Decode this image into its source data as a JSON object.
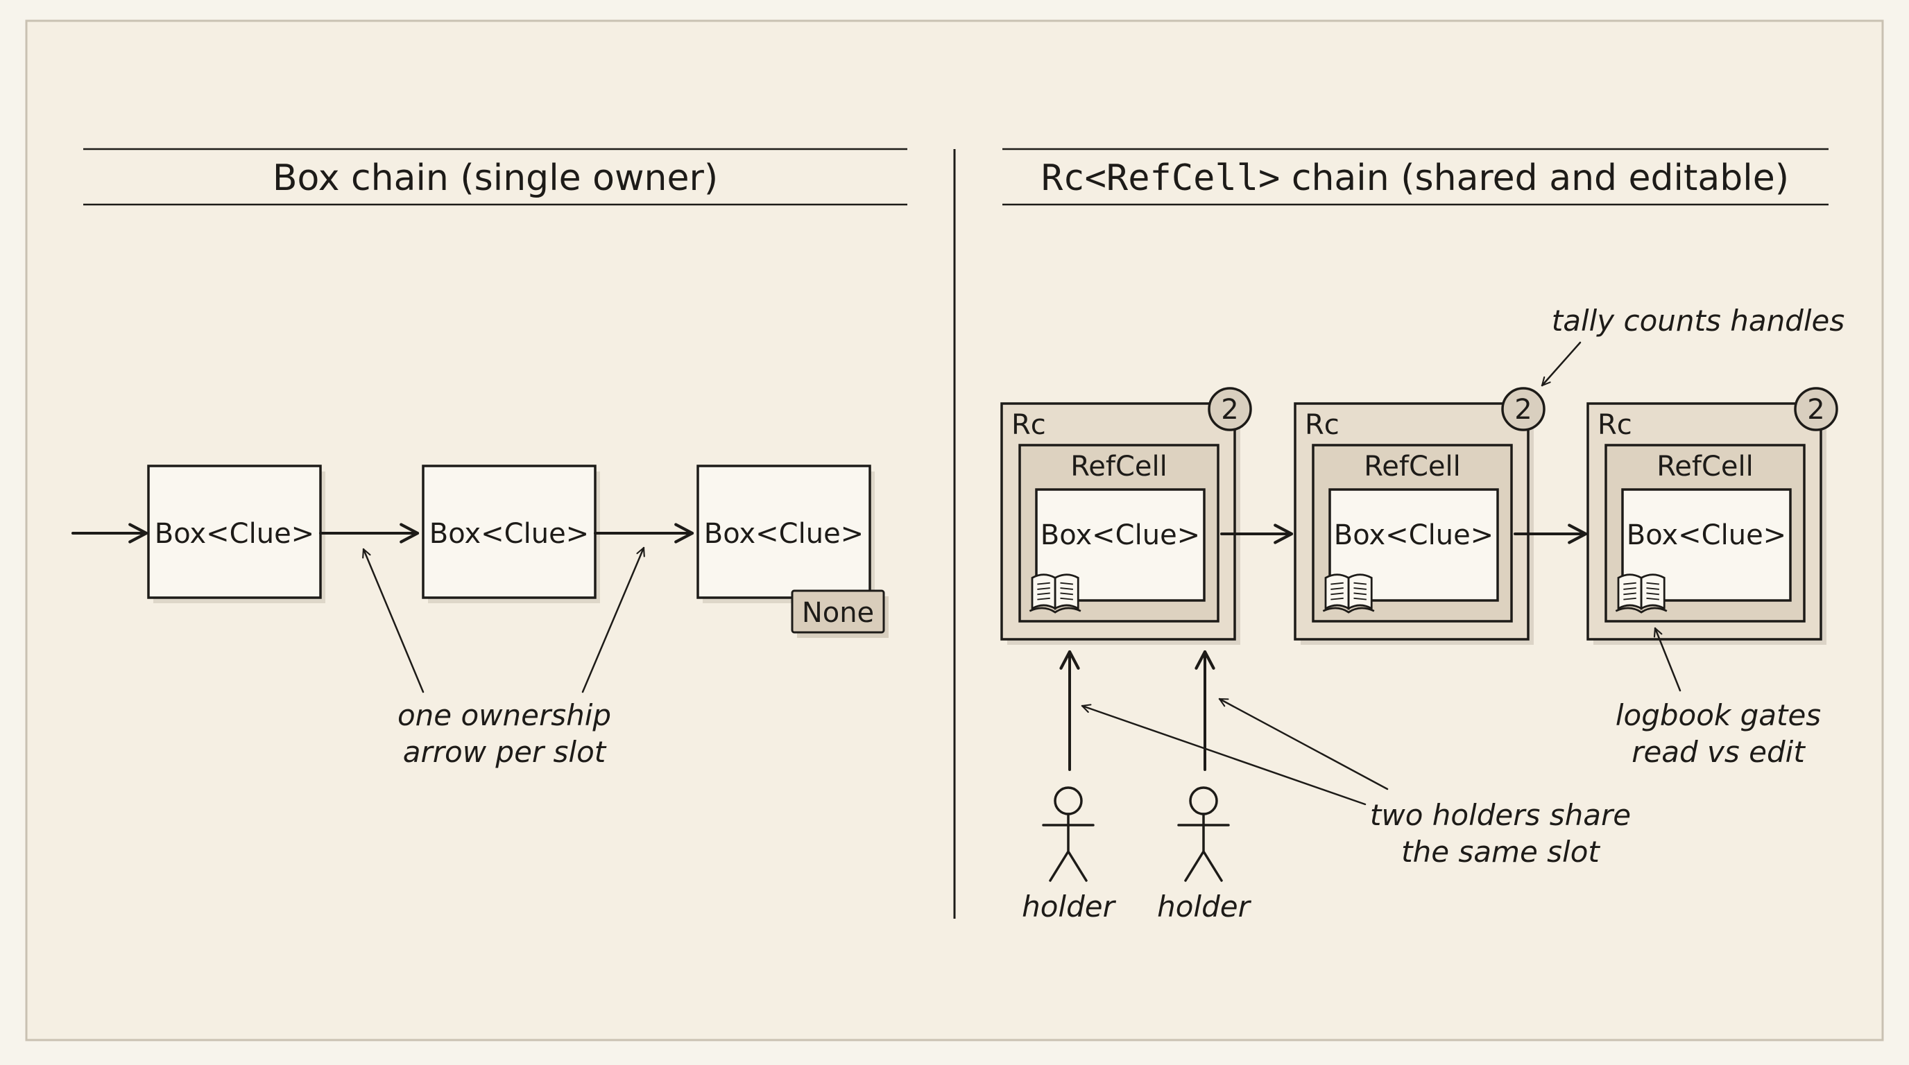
{
  "left_panel": {
    "title": "Box chain (single owner)",
    "nodes": [
      "Box<Clue>",
      "Box<Clue>",
      "Box<Clue>"
    ],
    "tail_label": "None",
    "note_lines": [
      "one ownership",
      "arrow per slot"
    ]
  },
  "right_panel": {
    "title_code": "Rc<RefCell>",
    "title_rest": " chain (shared and editable)",
    "nodes": [
      {
        "outer": "Rc",
        "middle": "RefCell",
        "inner": "Box<Clue>",
        "count": "2"
      },
      {
        "outer": "Rc",
        "middle": "RefCell",
        "inner": "Box<Clue>",
        "count": "2"
      },
      {
        "outer": "Rc",
        "middle": "RefCell",
        "inner": "Box<Clue>",
        "count": "2"
      }
    ],
    "tally_note": "tally counts handles",
    "logbook_note_lines": [
      "logbook gates",
      "read vs edit"
    ],
    "holders": [
      "holder",
      "holder"
    ],
    "holders_note_lines": [
      "two holders share",
      "the same slot"
    ]
  },
  "colors": {
    "background": "#f7f4ec",
    "paper": "#f5efe3",
    "ink": "#1d1b18",
    "frame_fill": "#e7ddcd",
    "refcell_fill": "#ddd2c0",
    "inner_fill": "#faf7f0",
    "badge_fill": "#d9cfbf",
    "none_fill": "#d9cdbb"
  },
  "icons": [
    "book-icon",
    "stick-figure-icon",
    "arrow-icon"
  ]
}
